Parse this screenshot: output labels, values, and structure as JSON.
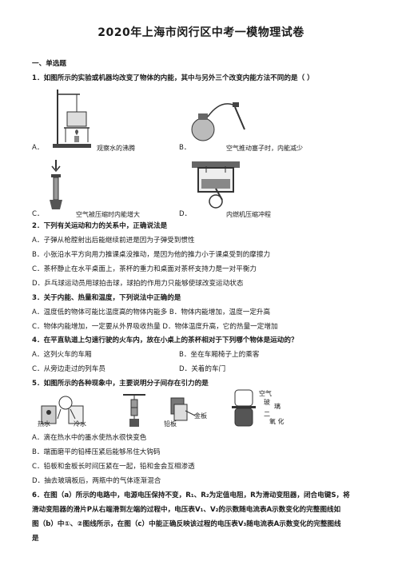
{
  "title": "2020年上海市闵行区中考一模物理试卷",
  "section1": "一、单选题",
  "q1": {
    "stem": "1．如图所示的实验或机器均改变了物体的内能，其中与另外三个改变内能方法不同的是（    ）",
    "A_letter": "A．",
    "A_caption": "观察水的沸腾",
    "B_letter": "B．",
    "B_caption": "空气推动塞子时，内能减少",
    "C_letter": "C．",
    "C_caption": "空气被压缩时内能增大",
    "D_letter": "D．",
    "D_caption": "内燃机压缩冲程"
  },
  "q2": {
    "stem": "2．下列有关运动和力的关系中，正确说法是",
    "A": "A．子弹从枪膛射出后能继续前进是因为子弹受到惯性",
    "B": "B．小张沿水平方向用力推课桌没推动，是因为他的推力小于课桌受到的摩擦力",
    "C": "C．茶杯静止在水平桌面上，茶杯的重力和桌面对茶杯支持力是一对平衡力",
    "D": "D．乒乓球运动员用球拍击球，球拍的作用力只能够使球改变运动状态"
  },
  "q3": {
    "stem": "3．关于内能、热量和温度，下列说法中正确的是",
    "A": "A．温度低的物体可能比温度高的物体内能多 B．物体内能增加，温度一定升高",
    "C": "C．物体内能增加，一定要从外界吸收热量    D．物体温度升高，它的热量一定增加"
  },
  "q4": {
    "stem": "4．在平直轨道上匀速行驶的火车内，放在小桌上的茶杯相对于下列哪个物体是运动的？",
    "A": "A．这列火车的车厢",
    "B": "B．坐在车厢椅子上的乘客",
    "C": "C．从旁边走过的列车员",
    "D": "D．关着的车门"
  },
  "q5": {
    "stem": "5．如图所示的各种现象中，主要说明分子间存在引力的是",
    "fig_labels": {
      "hot": "热水",
      "cold": "冷水",
      "lead": "铅板",
      "gold": "金板",
      "air": "空气",
      "glass1": "玻",
      "glass2": "璃",
      "no2_1": "二",
      "no2_2": "氧 化"
    },
    "A": "A．滴在热水中的墨水使热水很快变色",
    "B": "B．端面磨平的铅棒压紧后能够吊住大钩码",
    "C": "C．铅板和金板长时间压紧在一起，铅和金会互相渗透",
    "D": "D．抽去玻璃板后，两瓶中的气体逐渐混合"
  },
  "q6": {
    "l1": "6．在图（a）所示的电路中，电源电压保持不变，R₁、R₂为定值电阻，R为滑动变阻器，闭合电键S，将",
    "l2": "滑动变阻器的滑片P从右端滑到左端的过程中，电压表V₁、V₂的示数随电流表A示数变化的完整图线如",
    "l3": "图（b）中①、②图线所示，在图（c）中能正确反映该过程的电压表V₃随电流表A示数变化的完整图线",
    "l4": "是"
  }
}
